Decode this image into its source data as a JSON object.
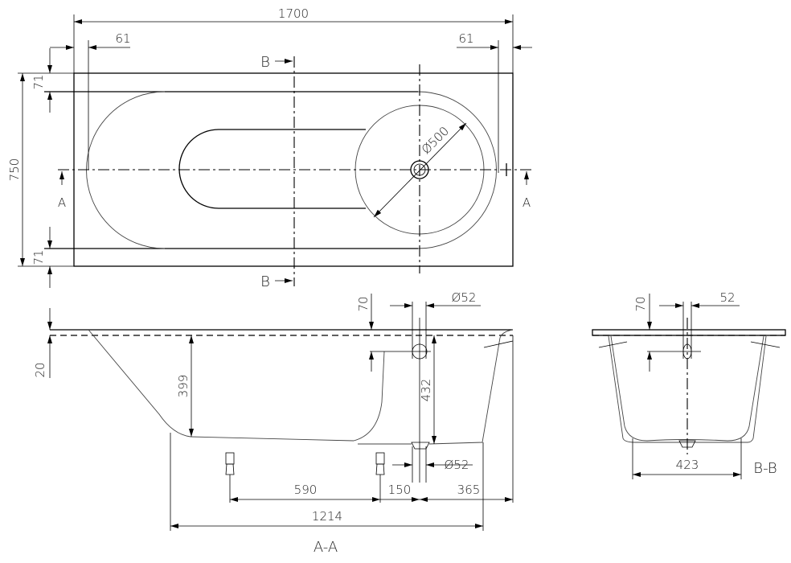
{
  "drawing": {
    "plan_view": {
      "overall_length": "1700",
      "overall_width": "750",
      "rim_left": "61",
      "rim_right": "61",
      "rim_top": "71",
      "rim_bottom": "71",
      "drain_area_diameter": "Ø500",
      "section_a_label": "A",
      "section_b_label": "B"
    },
    "section_a_a": {
      "title": "A-A",
      "overflow_depth": "70",
      "overflow_diameter": "Ø52",
      "rim_thickness": "20",
      "depth_head_end": "399",
      "depth_drain": "432",
      "drain_diameter": "Ø52",
      "feet_spacing": "590",
      "foot_to_drain": "150",
      "drain_to_end": "365",
      "base_length": "1214"
    },
    "section_b_b": {
      "title": "B-B",
      "overflow_depth": "70",
      "overflow_width": "52",
      "base_width": "423"
    }
  }
}
